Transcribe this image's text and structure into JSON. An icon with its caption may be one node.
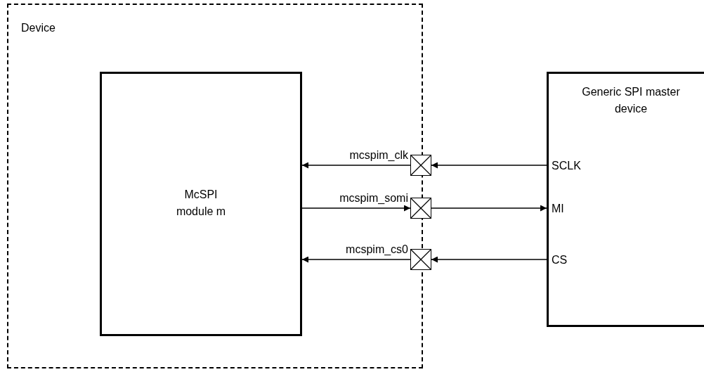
{
  "diagram": {
    "nodes": [
      {
        "text": [
          "Device"
        ]
      },
      {
        "text": [
          "McSPI module m"
        ],
        "in": 0
      },
      {
        "text": [
          "Generic SPI master device",
          "SCLK",
          "MI",
          "CS"
        ]
      },
      {
        "text": [],
        "shape": "box"
      },
      {
        "text": [],
        "shape": "box"
      },
      {
        "text": [],
        "shape": "box"
      }
    ],
    "edges": [
      {
        "from": 2,
        "to": 3,
        "arrow": "to"
      },
      {
        "from": 3,
        "to": 1,
        "arrow": "to",
        "label": "mcspim_clk"
      },
      {
        "from": 1,
        "to": 4,
        "arrow": "to",
        "label": "mcspim_somi"
      },
      {
        "from": 4,
        "to": 2,
        "arrow": "to"
      },
      {
        "from": 2,
        "to": 5,
        "arrow": "to"
      },
      {
        "from": 5,
        "to": 1,
        "arrow": "to",
        "label": "mcspim_cs0"
      }
    ]
  }
}
